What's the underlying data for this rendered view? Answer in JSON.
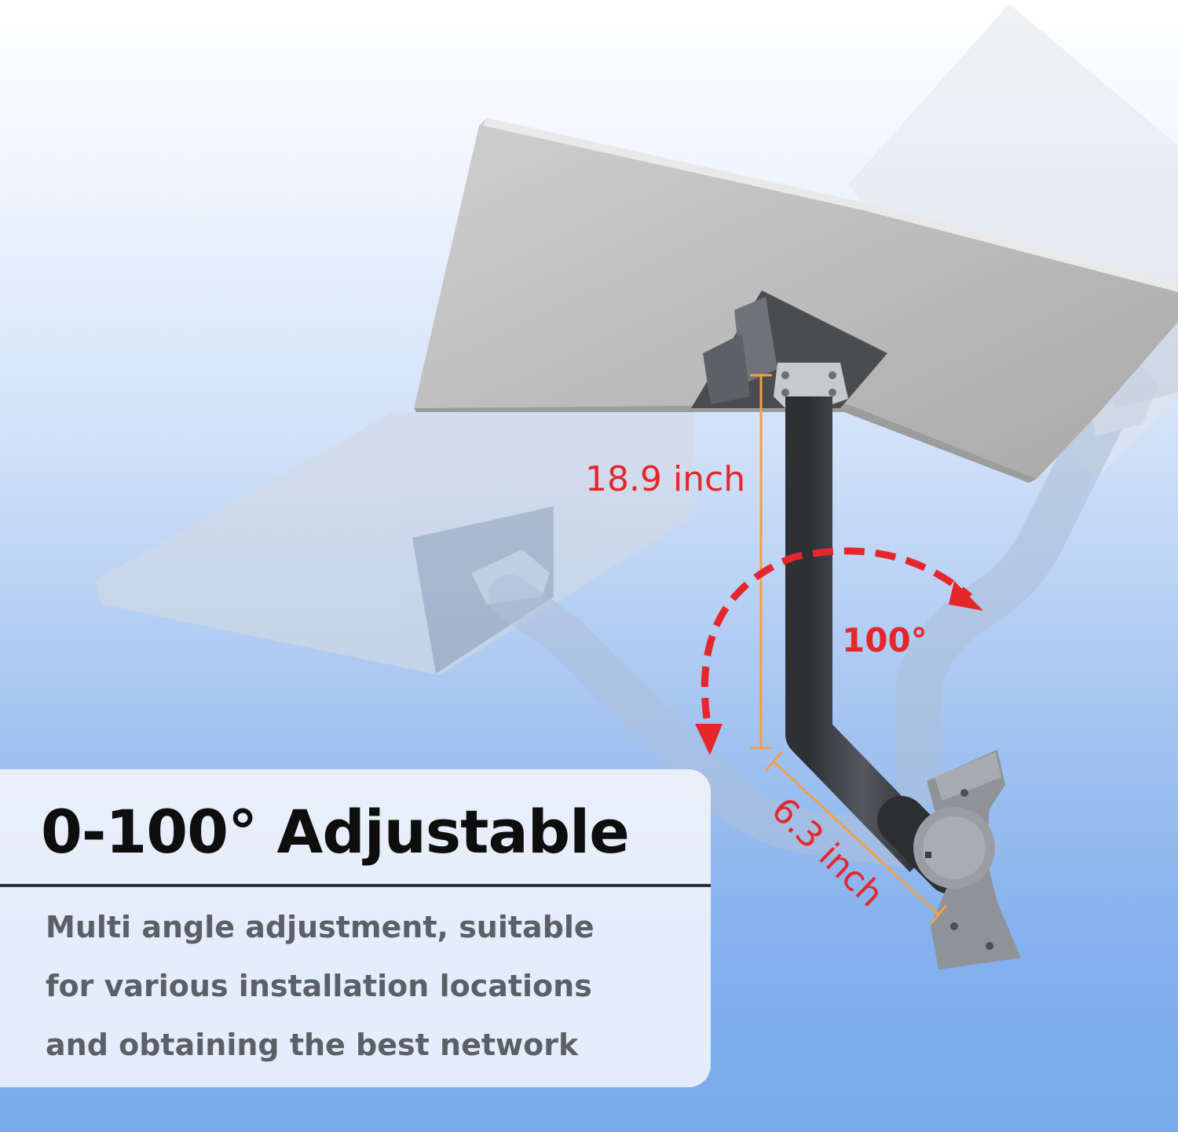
{
  "dimensions": {
    "height_label": "18.9 inch",
    "arm_label": "6.3 inch",
    "angle_label": "100°"
  },
  "headline": "0-100° Adjustable",
  "description_lines": [
    "Multi angle adjustment, suitable",
    "for various installation locations",
    "and obtaining the best network"
  ],
  "colors": {
    "accent_red": "#e5262b",
    "dimension_orange": "#f0a04a",
    "mast_dark": "#3d3f44",
    "dish_gray": "#b9b9b9",
    "background_blue": "#86b2ee"
  }
}
